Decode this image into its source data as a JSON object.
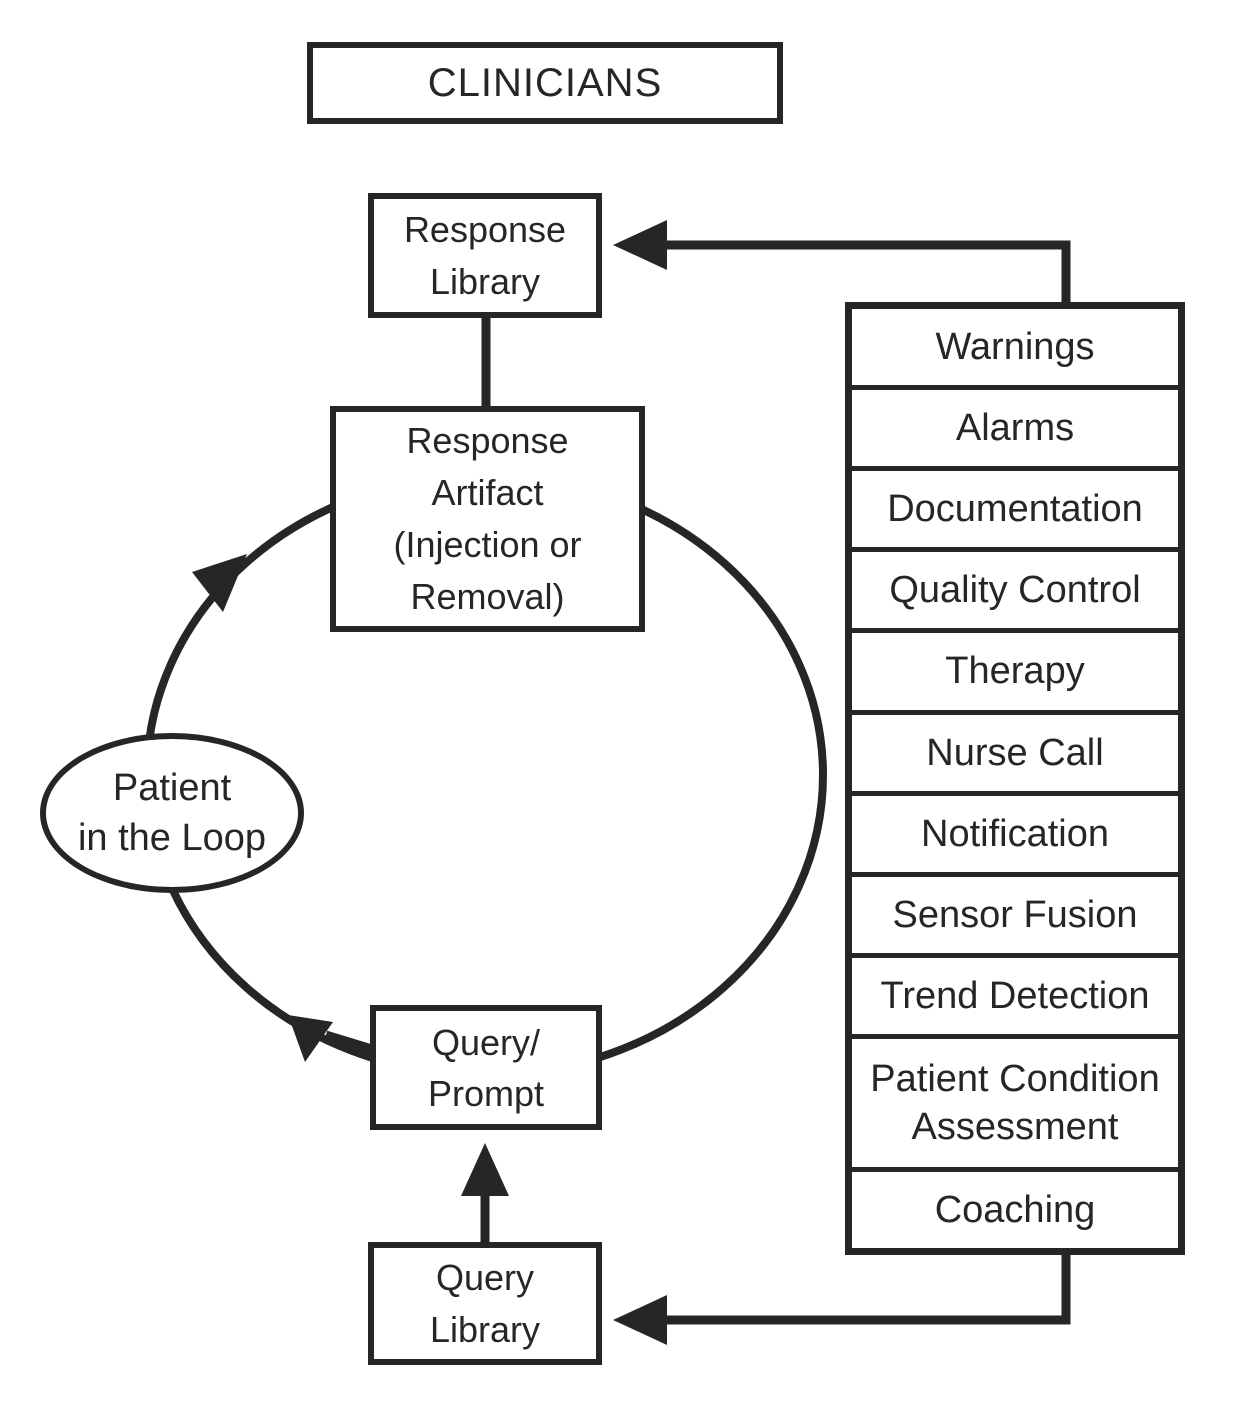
{
  "colors": {
    "ink": "#262626",
    "background": "#ffffff"
  },
  "nodes": {
    "clinicians": {
      "label": "CLINICIANS"
    },
    "response_library": {
      "l1": "Response",
      "l2": "Library"
    },
    "response_artifact": {
      "l1": "Response",
      "l2": "Artifact",
      "l3": "(Injection or",
      "l4": "Removal)"
    },
    "patient_loop": {
      "l1": "Patient",
      "l2": "in the Loop"
    },
    "query_prompt": {
      "l1": "Query/",
      "l2": "Prompt"
    },
    "query_library": {
      "l1": "Query",
      "l2": "Library"
    }
  },
  "function_list": {
    "items": [
      "Warnings",
      "Alarms",
      "Documentation",
      "Quality Control",
      "Therapy",
      "Nurse Call",
      "Notification",
      "Sensor Fusion",
      "Trend Detection",
      "Patient Condition Assessment",
      "Coaching"
    ]
  }
}
